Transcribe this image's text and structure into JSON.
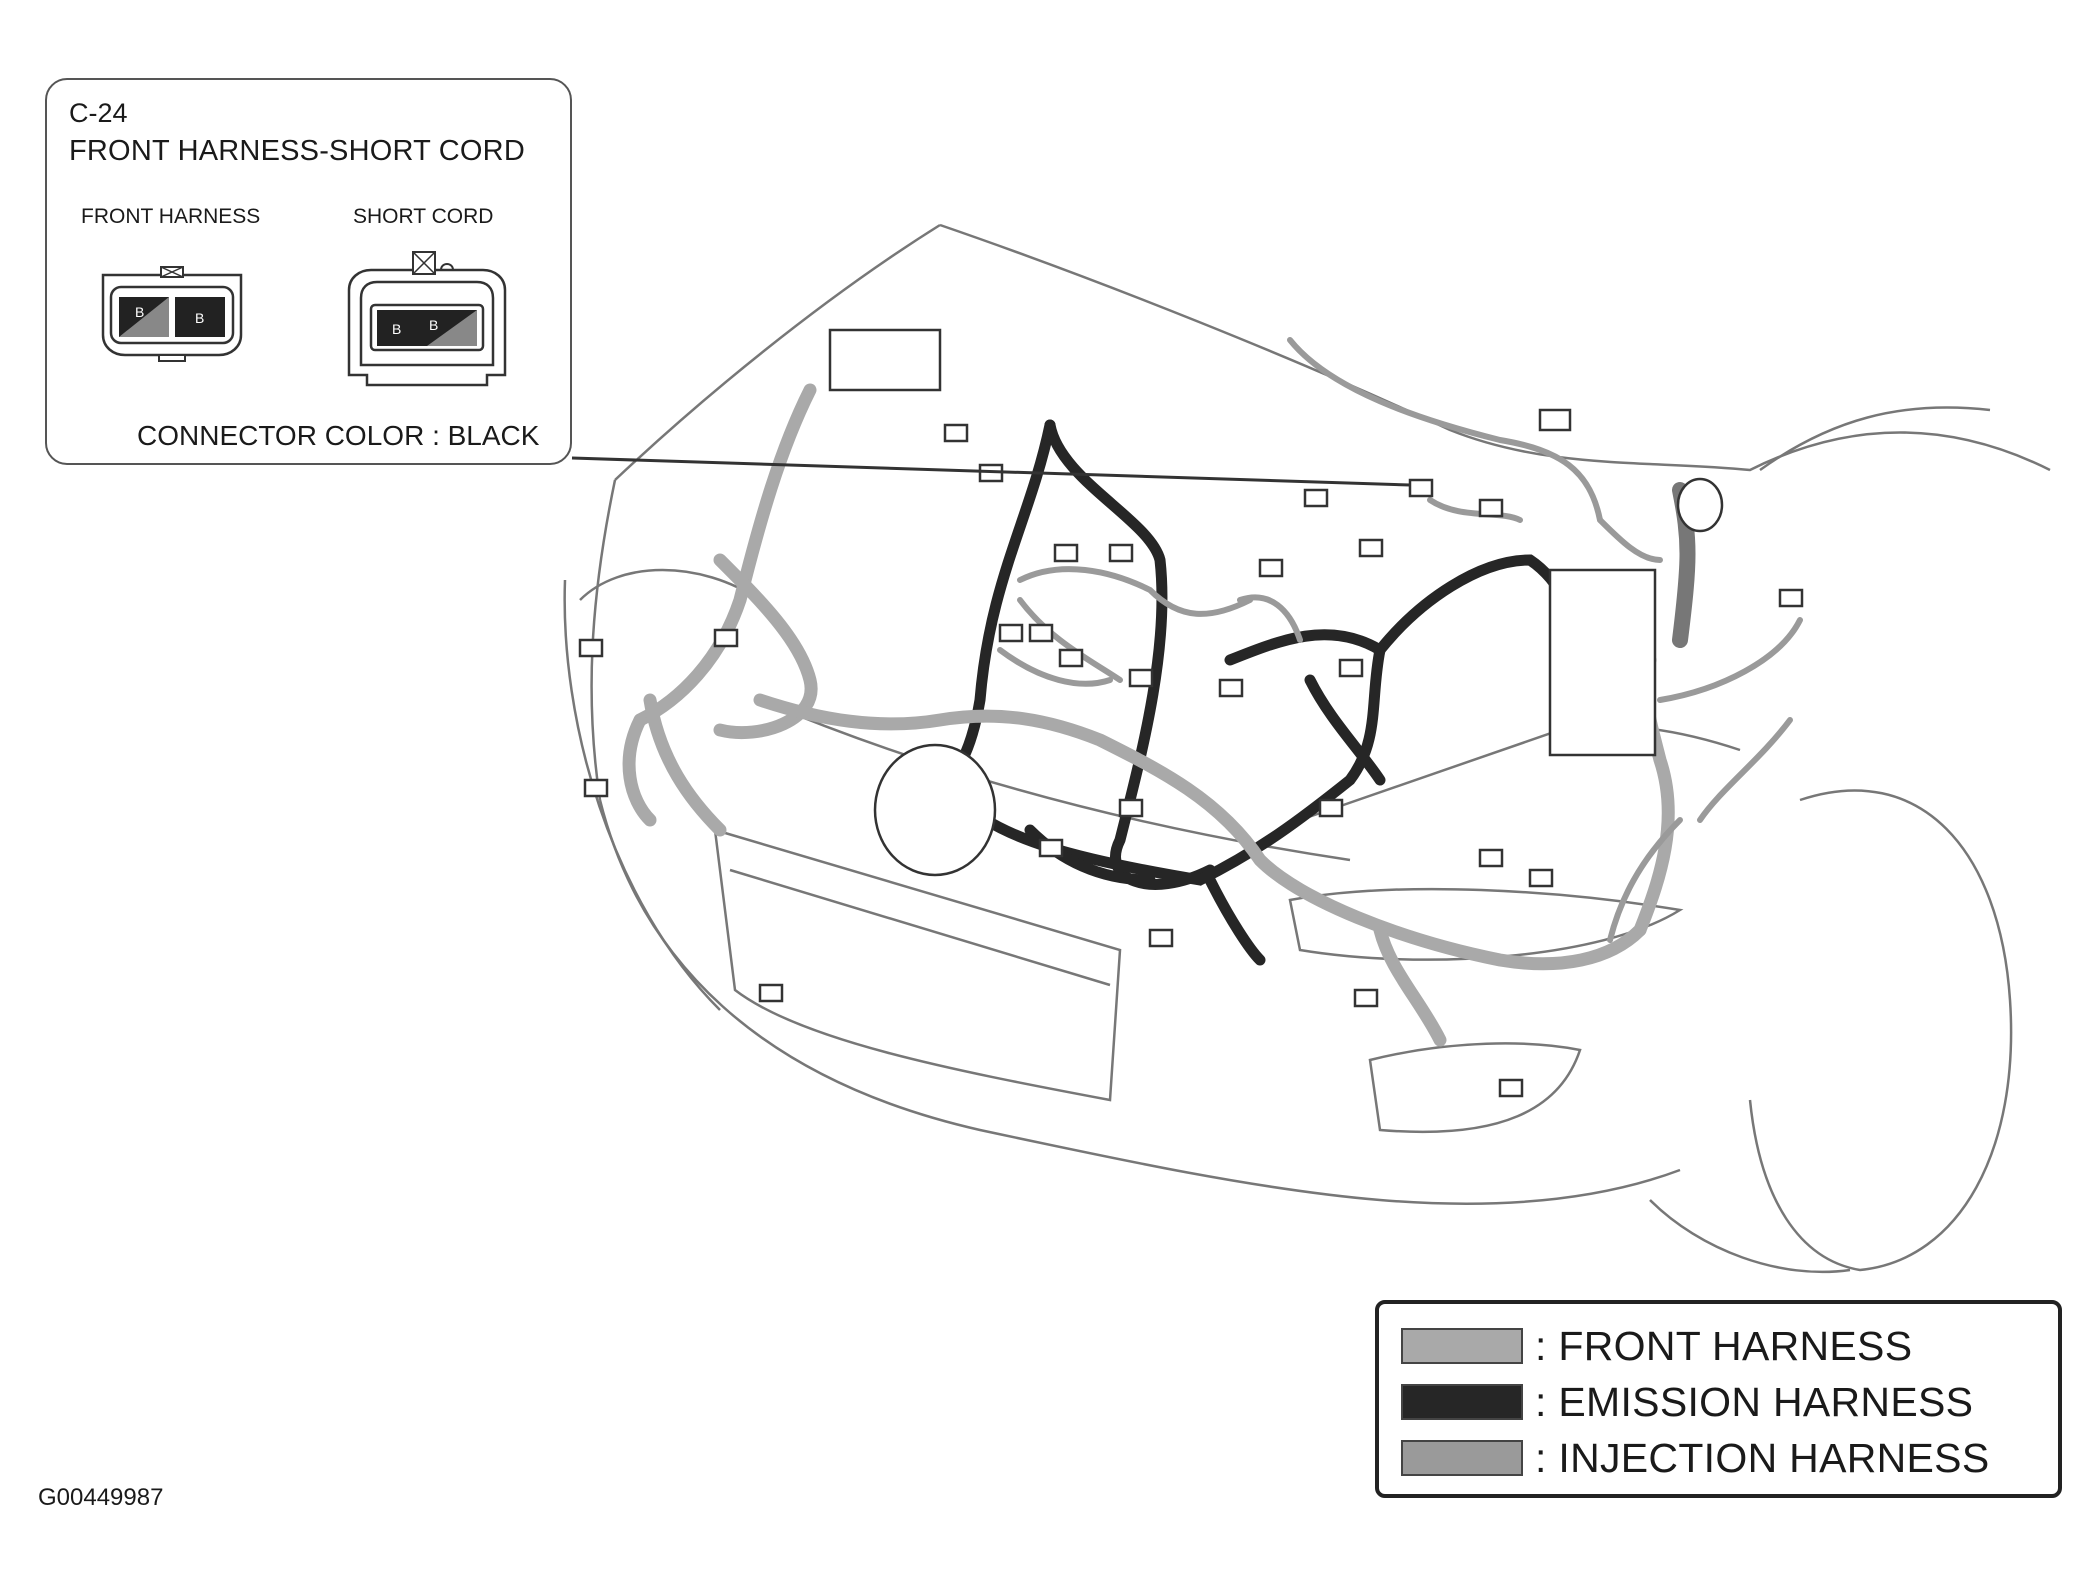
{
  "callout": {
    "id": "C-24",
    "title": "FRONT HARNESS-SHORT CORD",
    "front_label": "FRONT HARNESS",
    "short_label": "SHORT CORD",
    "pin_front_1": "B",
    "pin_front_2": "B",
    "pin_short_1": "B",
    "pin_short_2": "B",
    "footer": "CONNECTOR COLOR : BLACK"
  },
  "legend": {
    "items": [
      {
        "label": ": FRONT HARNESS",
        "color": "#a9a9a9"
      },
      {
        "label": ": EMISSION HARNESS",
        "color": "#262626"
      },
      {
        "label": ": INJECTION HARNESS",
        "color": "#9a9a9a"
      }
    ]
  },
  "figure_id": "G00449987",
  "colors": {
    "front_harness": "#a9a9a9",
    "emission_harness": "#262626",
    "injection_harness": "#9a9a9a",
    "outline": "#555555"
  }
}
